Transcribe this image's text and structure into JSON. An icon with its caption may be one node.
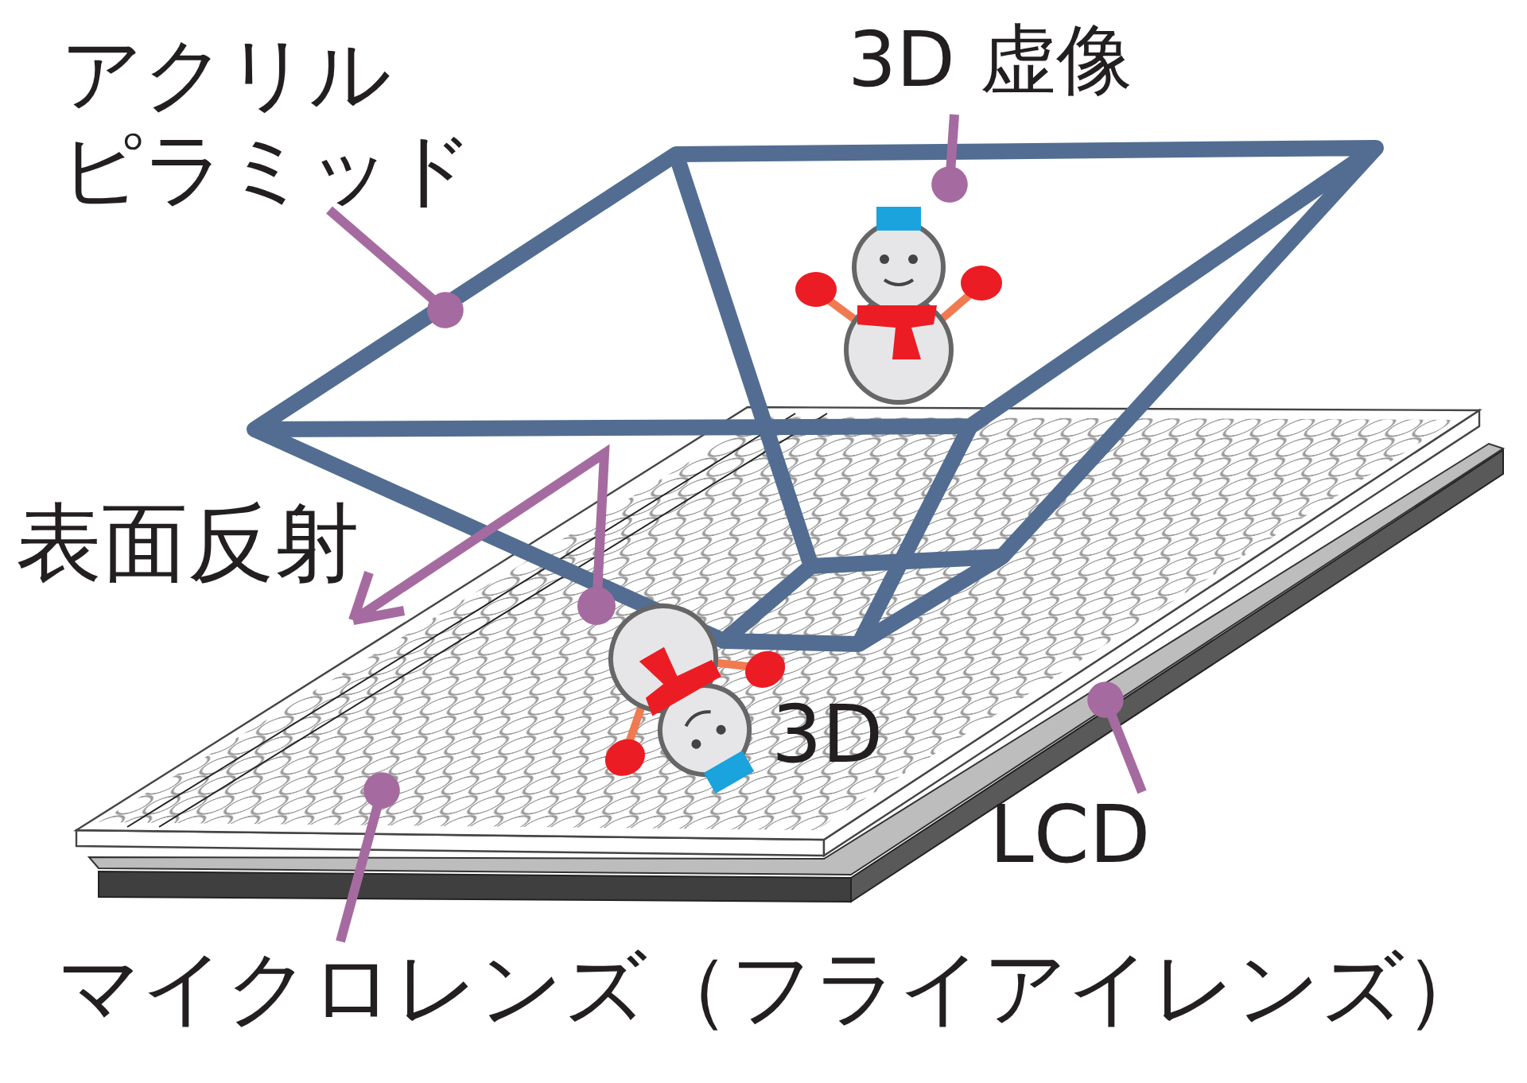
{
  "diagram": {
    "nodes": [
      {
        "text": [
          "アクリルピラミッド"
        ]
      },
      {
        "text": [],
        "shape": "picture"
      },
      {
        "text": [
          "3D 虚像"
        ]
      },
      {
        "text": [],
        "shape": "picture",
        "in": 1
      },
      {
        "text": [],
        "shape": "picture",
        "beside": [
          "3D"
        ],
        "in": 8
      },
      {
        "text": [
          "LCD"
        ]
      },
      {
        "text": [],
        "shape": "bar"
      },
      {
        "text": [
          "マイクロレンズ（フライアイレンズ）"
        ]
      },
      {
        "text": [],
        "shape": "picture"
      }
    ],
    "edges": [
      {
        "from": 0,
        "to": 1,
        "arrow": "other"
      },
      {
        "from": 2,
        "to": 3,
        "arrow": "other"
      },
      {
        "from": 5,
        "to": 6,
        "arrow": "other"
      },
      {
        "from": 7,
        "to": 8,
        "arrow": "other"
      }
    ],
    "labels": [
      "表面反射"
    ]
  }
}
